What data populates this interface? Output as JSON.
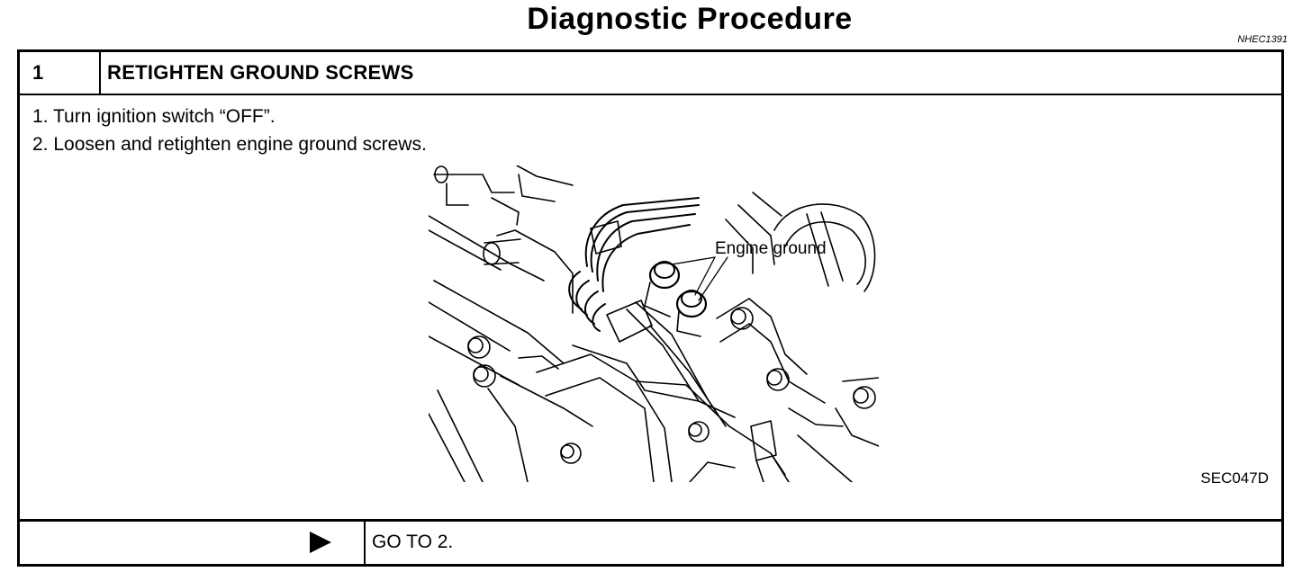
{
  "page": {
    "title": "Diagnostic Procedure",
    "ref_code": "NHEC1391"
  },
  "step": {
    "number": "1",
    "title": "RETIGHTEN GROUND SCREWS",
    "instructions": [
      "1.  Turn ignition switch “OFF”.",
      "2.  Loosen and retighten engine ground screws."
    ]
  },
  "figure": {
    "label": "Engine ground",
    "id": "SEC047D"
  },
  "result": {
    "icon": "arrow-right-icon",
    "text": "GO TO 2."
  }
}
